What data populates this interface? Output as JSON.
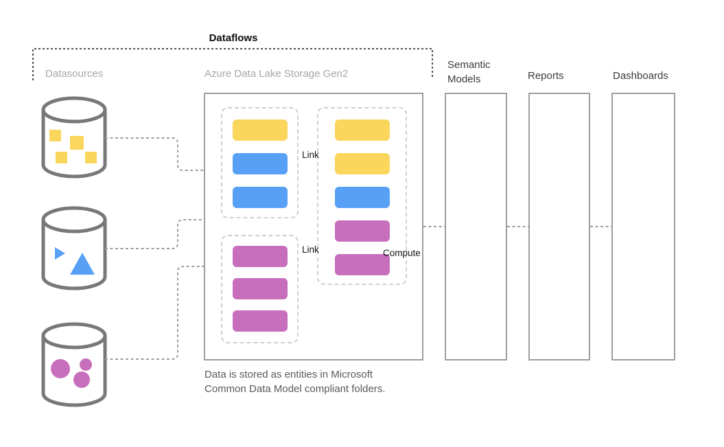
{
  "header": {
    "dataflows": "Dataflows"
  },
  "columns": {
    "datasources": {
      "label": "Datasources"
    },
    "adls": {
      "label": "Azure Data Lake Storage Gen2",
      "caption": "Data is stored as entities in Microsoft Common Data Model compliant folders."
    },
    "semantic_models": {
      "label": "Semantic Models",
      "icon": "database-icon"
    },
    "reports": {
      "label": "Reports",
      "icon": "bar-chart-icon"
    },
    "dashboards": {
      "label": "Dashboards",
      "icon": "gauge-icon"
    }
  },
  "datasources": [
    {
      "name": "squares-datasource",
      "shape": "squares",
      "shape_color": "yellow"
    },
    {
      "name": "triangles-datasource",
      "shape": "triangles",
      "shape_color": "blue"
    },
    {
      "name": "circles-datasource",
      "shape": "circles",
      "shape_color": "pink"
    }
  ],
  "entity_groups": {
    "left_top": [
      "yellow",
      "blue",
      "blue"
    ],
    "left_bottom": [
      "pink",
      "pink",
      "pink"
    ],
    "right": [
      "yellow",
      "yellow",
      "blue",
      "pink",
      "pink"
    ]
  },
  "annotations": {
    "link1": "Link",
    "link2": "Link",
    "compute": "Compute"
  },
  "colors": {
    "yellow": "#FBD65C",
    "blue": "#57A0F6",
    "pink": "#C76FBC"
  }
}
